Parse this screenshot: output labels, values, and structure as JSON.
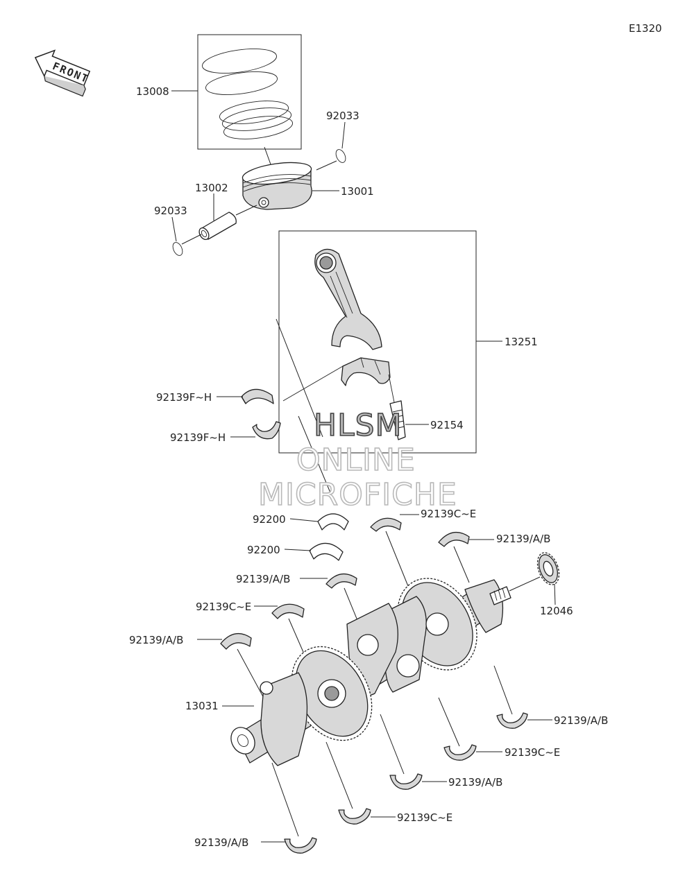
{
  "diagram_code": "E1320",
  "direction_label": "FRONT",
  "watermark": [
    "HLSM",
    "ONLINE",
    "MICROFICHE"
  ],
  "labels": {
    "piston_ring_set": "13008",
    "circlip_upper": "92033",
    "circlip_lower": "92033",
    "piston": "13001",
    "piston_pin": "13002",
    "connecting_rod": "13251",
    "rod_bearing_upper": "92139F~H",
    "rod_bearing_lower": "92139F~H",
    "rod_bolt": "92154",
    "thrust_washer_upper": "92200",
    "thrust_washer_lower": "92200",
    "bearing_ce_top": "92139C~E",
    "bearing_ab_top_right": "92139/A/B",
    "bearing_ab_mid": "92139/A/B",
    "bearing_ce_mid": "92139C~E",
    "bearing_ab_left": "92139/A/B",
    "crankshaft": "13031",
    "sprocket": "12046",
    "bearing_ab_bottom_right": "92139/A/B",
    "bearing_ce_bottom_right": "92139C~E",
    "bearing_ab_bottom_mid": "92139/A/B",
    "bearing_ce_bottom_mid": "92139C~E",
    "bearing_ab_bottom_left": "92139/A/B"
  }
}
